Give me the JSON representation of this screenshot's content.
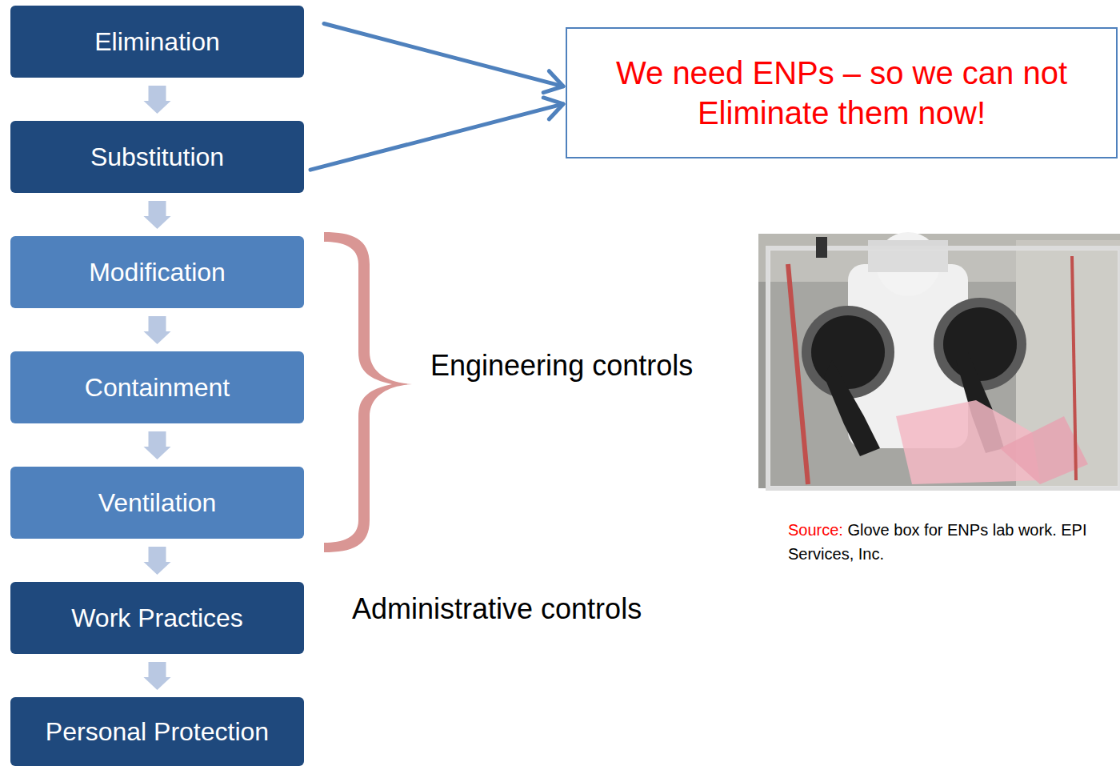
{
  "diagram": {
    "nodes": [
      {
        "text": [
          "Elimination"
        ]
      },
      {
        "text": [
          "Substitution"
        ]
      },
      {
        "text": [
          "Modification"
        ]
      },
      {
        "text": [
          "Containment"
        ]
      },
      {
        "text": [
          "Ventilation"
        ]
      },
      {
        "text": [
          "Work Practices"
        ]
      },
      {
        "text": [
          "Personal Protection"
        ]
      },
      {
        "text": [
          "We need ENPs – so we can not Eliminate them now!"
        ]
      }
    ],
    "edges": [
      {
        "from": 0,
        "to": 1,
        "arrow": "to"
      },
      {
        "from": 1,
        "to": 2,
        "arrow": "to"
      },
      {
        "from": 2,
        "to": 3,
        "arrow": "to"
      },
      {
        "from": 3,
        "to": 4,
        "arrow": "to"
      },
      {
        "from": 4,
        "to": 5,
        "arrow": "to"
      },
      {
        "from": 5,
        "to": 6,
        "arrow": "to"
      },
      {
        "from": 0,
        "to": 7,
        "arrow": "to"
      },
      {
        "from": 1,
        "to": 7,
        "arrow": "to"
      }
    ],
    "labels": [
      "Engineering controls",
      "Administrative controls",
      "Source:",
      "Glove box for ENPs lab work. EPI Services, Inc."
    ]
  }
}
